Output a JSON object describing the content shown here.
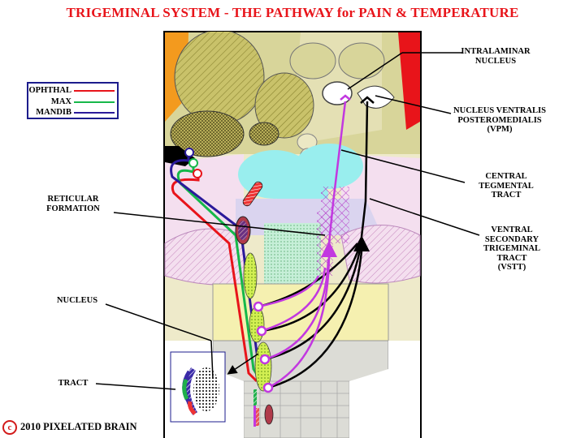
{
  "title": "TRIGEMINAL SYSTEM - THE PATHWAY for PAIN & TEMPERATURE",
  "legend": {
    "items": [
      {
        "label": "OPHTHAL",
        "color": "#e8141a"
      },
      {
        "label": "MAX",
        "color": "#16b84a"
      },
      {
        "label": "MANDIB",
        "color": "#2a1a9a"
      }
    ]
  },
  "labels": {
    "intralaminar": [
      "INTRALAMINAR",
      "NUCLEUS"
    ],
    "vpm": [
      "NUCLEUS VENTRALIS",
      "POSTEROMEDIALIS",
      "(VPM)"
    ],
    "ctt": [
      "CENTRAL",
      "TEGMENTAL",
      "TRACT"
    ],
    "reticular": [
      "RETICULAR",
      "FORMATION"
    ],
    "vstt": [
      "VENTRAL",
      "SECONDARY",
      "TRIGEMINAL",
      "TRACT",
      "(VSTT)"
    ],
    "nucleus": "NUCLEUS",
    "tract": "TRACT"
  },
  "copyright": {
    "symbol": "c",
    "text": "2010  PIXELATED BRAIN"
  }
}
